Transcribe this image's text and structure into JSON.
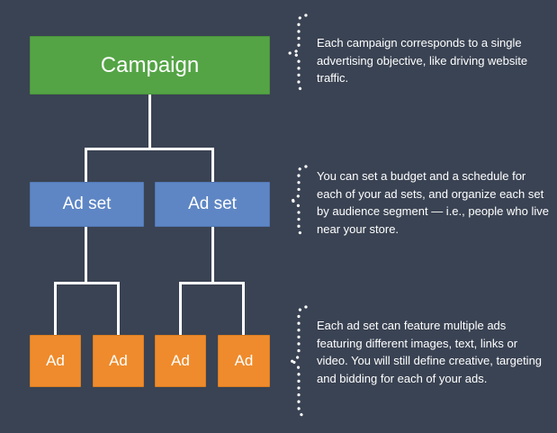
{
  "diagram": {
    "campaign": {
      "label": "Campaign",
      "color": "#54A445"
    },
    "adsets": [
      {
        "label": "Ad set"
      },
      {
        "label": "Ad set"
      }
    ],
    "adset_color": "#5E86C4",
    "ads": [
      {
        "label": "Ad"
      },
      {
        "label": "Ad"
      },
      {
        "label": "Ad"
      },
      {
        "label": "Ad"
      }
    ],
    "ad_color": "#EF8B2C"
  },
  "annotations": [
    {
      "text": "Each campaign corresponds to a single advertising objective, like driving website traffic."
    },
    {
      "text": "You can set a budget and a schedule for each of your ad sets, and organize each set by audience segment — i.e., people who live near your store."
    },
    {
      "text": "Each ad set can feature multiple ads featuring different images, text, links or video. You will still define creative, targeting and bidding for each of your ads."
    }
  ],
  "colors": {
    "background": "#3A4353",
    "connector": "#FFFFFF",
    "text": "#FFFFFF"
  }
}
